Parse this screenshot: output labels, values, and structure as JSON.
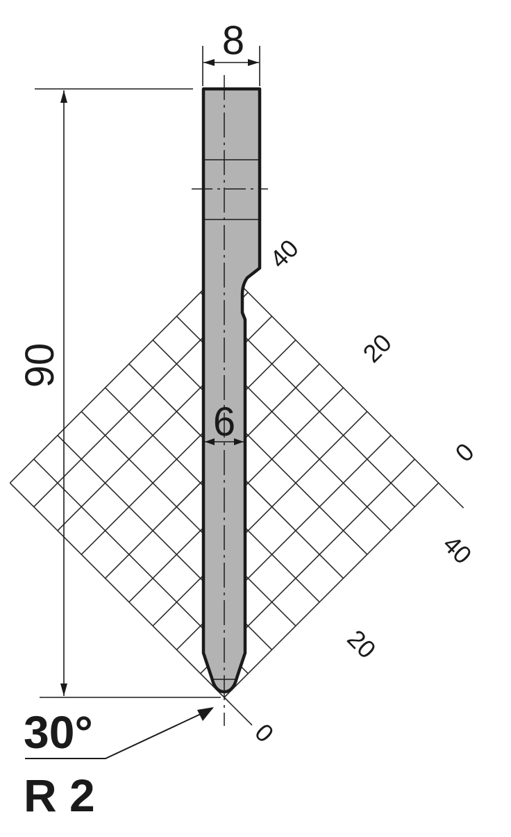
{
  "dimensions": {
    "width_top": "8",
    "height": "90",
    "width_blade": "6"
  },
  "grid_labels": {
    "top_right": [
      "40",
      "20",
      "0"
    ],
    "bottom_right": [
      "0",
      "20",
      "40"
    ]
  },
  "specs": {
    "angle": "30°",
    "radius": "R 2"
  },
  "colors": {
    "tool_fill": "#b3b3b3",
    "outline": "#1a1a1a",
    "grid_line": "#2a2a2a"
  }
}
